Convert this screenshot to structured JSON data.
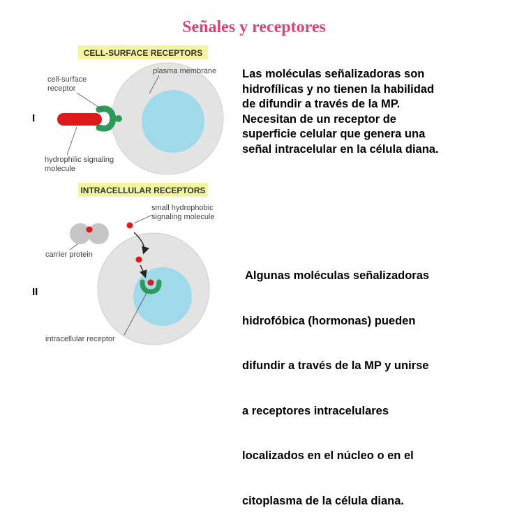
{
  "title": "Señales y receptores",
  "sections": [
    {
      "label": "I",
      "header": "CELL-SURFACE RECEPTORS",
      "callouts": {
        "receptor": [
          "cell-surface",
          "receptor"
        ],
        "membrane": "plasma membrane",
        "molecule": [
          "hydrophilic signaling",
          "molecule"
        ]
      },
      "paragraph": [
        "Las moléculas señalizadoras son",
        "hidrofílicas y no tienen la habilidad",
        "de difundir a través de la MP.",
        "Necesitan de un receptor de",
        "superficie celular que genera una",
        "señal intracelular en la célula diana."
      ]
    },
    {
      "label": "II",
      "header": "INTRACELLULAR RECEPTORS",
      "callouts": {
        "molecule": [
          "small hydrophobic",
          "signaling molecule"
        ],
        "carrier": "carrier protein",
        "receptor": "intracellular receptor"
      },
      "paragraph": [
        " Algunas moléculas señalizadoras",
        "hidrofóbica (hormonas) pueden",
        "difundir a través de la MP y unirse",
        "a receptores intracelulares",
        "localizados en el núcleo o en el",
        "citoplasma de la célula diana."
      ]
    }
  ],
  "colors": {
    "title": "#e0407a",
    "header_band": "#f4f4a0",
    "cell": "#e3e3e3",
    "nucleus": "#9fd9ea",
    "receptor": "#2e9a5a",
    "hydrophilic_molecule": "#dd1a1a",
    "carrier_protein": "#c6c6c6"
  }
}
